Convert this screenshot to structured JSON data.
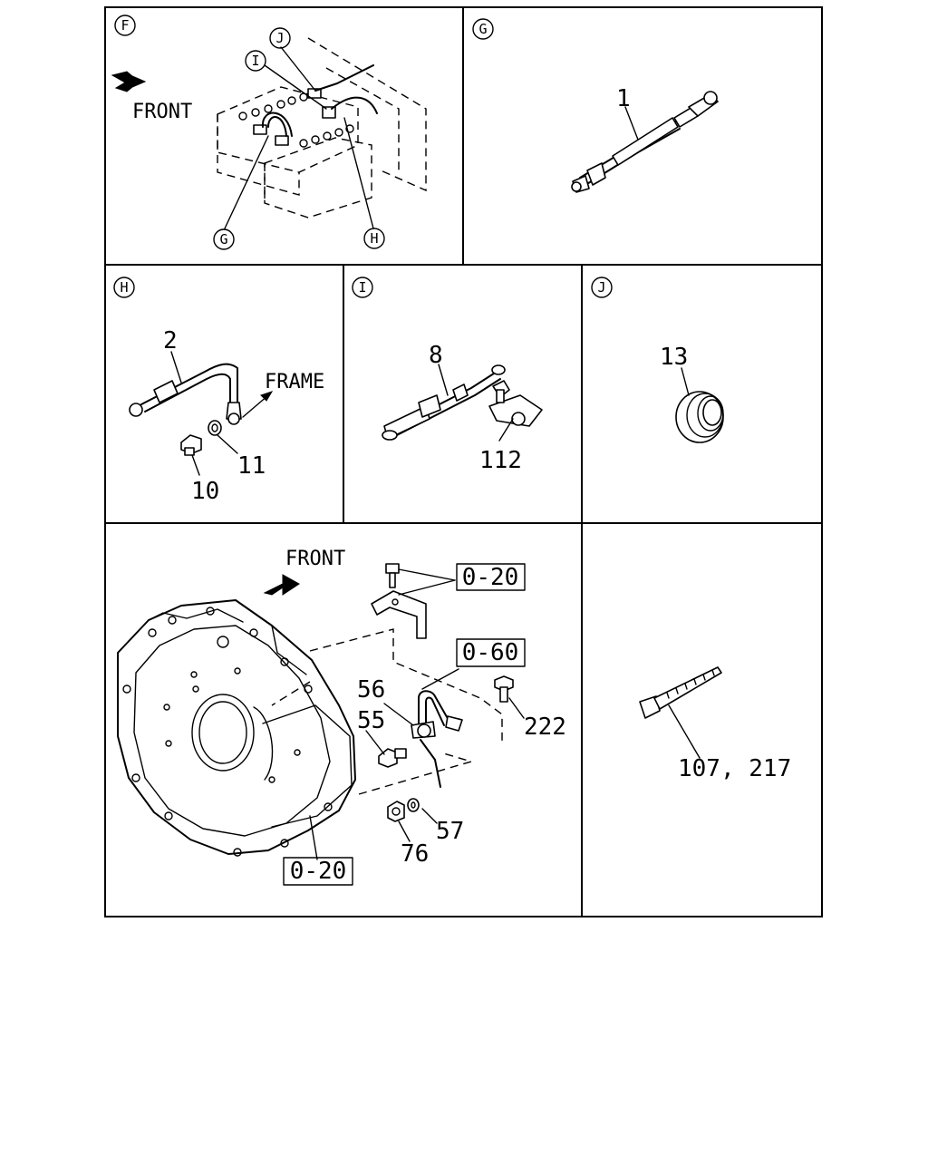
{
  "panels": {
    "F": {
      "id": "F",
      "front_label": "FRONT",
      "callouts": [
        "J",
        "I",
        "G",
        "H"
      ]
    },
    "G": {
      "id": "G",
      "part_numbers": [
        "1"
      ]
    },
    "H": {
      "id": "H",
      "direction_label": "FRAME",
      "part_numbers": [
        "2",
        "11",
        "10"
      ]
    },
    "I": {
      "id": "I",
      "part_numbers": [
        "8",
        "112"
      ]
    },
    "J": {
      "id": "J",
      "part_numbers": [
        "13"
      ]
    },
    "transmission": {
      "front_label": "FRONT",
      "refs": [
        "0-20",
        "0-60",
        "0-20"
      ],
      "part_numbers": [
        "56",
        "55",
        "222",
        "57",
        "76"
      ]
    },
    "tie": {
      "part_numbers": [
        "107, 217"
      ]
    }
  }
}
